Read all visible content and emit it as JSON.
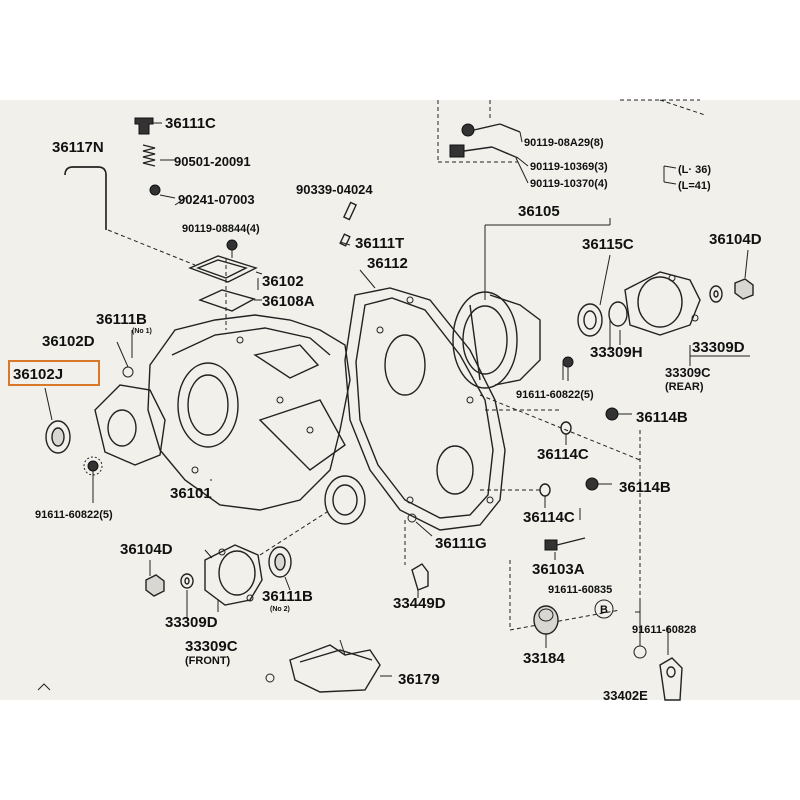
{
  "diagram": {
    "highlight_color": "#d9772b",
    "background": "#f1f0eb",
    "labels": {
      "p36111C": "36111C",
      "p36117N": "36117N",
      "p90501": "90501-20091",
      "p90241": "90241-07003",
      "p90339": "90339-04024",
      "p90119_08844": "90119-08844(4)",
      "p36111T": "36111T",
      "p36112": "36112",
      "p36102": "36102",
      "p36108A": "36108A",
      "p36111B_1": "36111B",
      "p36111B_1_note": "(No 1)",
      "p36102D": "36102D",
      "p36102J": "36102J",
      "p91611_left": "91611-60822(5)",
      "p36101": "36101",
      "p36105": "36105",
      "p36115C": "36115C",
      "p36104D_top": "36104D",
      "p33309H": "33309H",
      "p33309D_top": "33309D",
      "p33309C_rear": "33309C",
      "p33309C_rear_note": "(REAR)",
      "p91611_mid": "91611-60822(5)",
      "p36114B_1": "36114B",
      "p36114C_1": "36114C",
      "p36114B_2": "36114B",
      "p36114C_2": "36114C",
      "p36111G": "36111G",
      "p36103A": "36103A",
      "p91611_60835": "91611-60835",
      "p36104D_bot": "36104D",
      "p33309D_bot": "33309D",
      "p33309C_front": "33309C",
      "p33309C_front_note": "(FRONT)",
      "p36111B_2": "36111B",
      "p36111B_2_note": "(No 2)",
      "p33449D": "33449D",
      "p33184": "33184",
      "p91611_60828": "91611-60828",
      "p36179": "36179",
      "p33402": "33402E",
      "p90119_08A29": "90119-08A29(8)",
      "p90119_10369": "90119-10369(3)",
      "p90119_10370": "90119-10370(4)",
      "note_L36": "(L· 36)",
      "note_L41": "(L=41)",
      "marker_B": "B"
    }
  }
}
